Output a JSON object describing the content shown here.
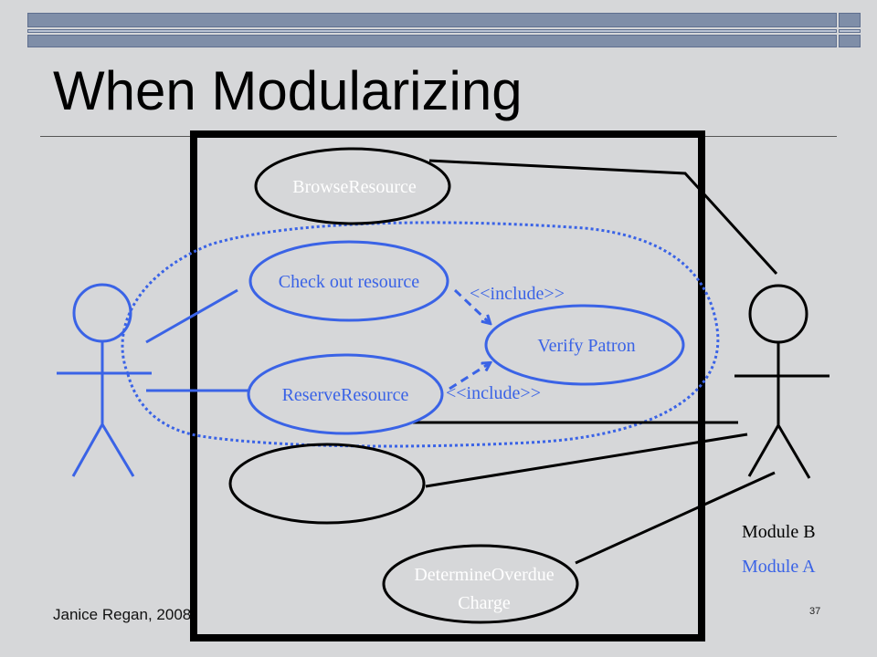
{
  "slide": {
    "title": "When Modularizing",
    "footer": "Janice Regan, 2008",
    "page_number": "37"
  },
  "use_cases": {
    "browse": "BrowseResource",
    "checkout": "Check out resource",
    "verify": "Verify Patron",
    "reserve": "ReserveResource",
    "overdue_line1": "DetermineOverdue",
    "overdue_line2": "Charge"
  },
  "relations": {
    "include_top": "<<include>>",
    "include_bottom": "<<include>>"
  },
  "modules": {
    "b": "Module B",
    "a": "Module A"
  },
  "colors": {
    "blue": "#3a63e6",
    "black": "#000000",
    "background": "#d6d7d9"
  }
}
